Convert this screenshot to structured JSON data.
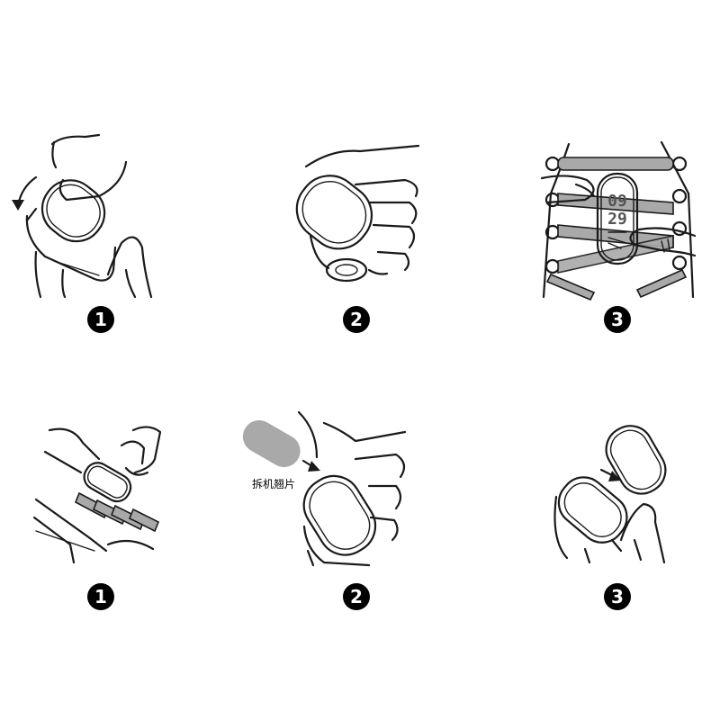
{
  "steps_top": [
    {
      "number": "1"
    },
    {
      "number": "2"
    },
    {
      "number": "3"
    }
  ],
  "steps_bottom": [
    {
      "number": "1"
    },
    {
      "number": "2"
    },
    {
      "number": "3"
    }
  ],
  "tool_label": "拆机翘片",
  "screen": {
    "line1": "09",
    "line2": "29"
  }
}
